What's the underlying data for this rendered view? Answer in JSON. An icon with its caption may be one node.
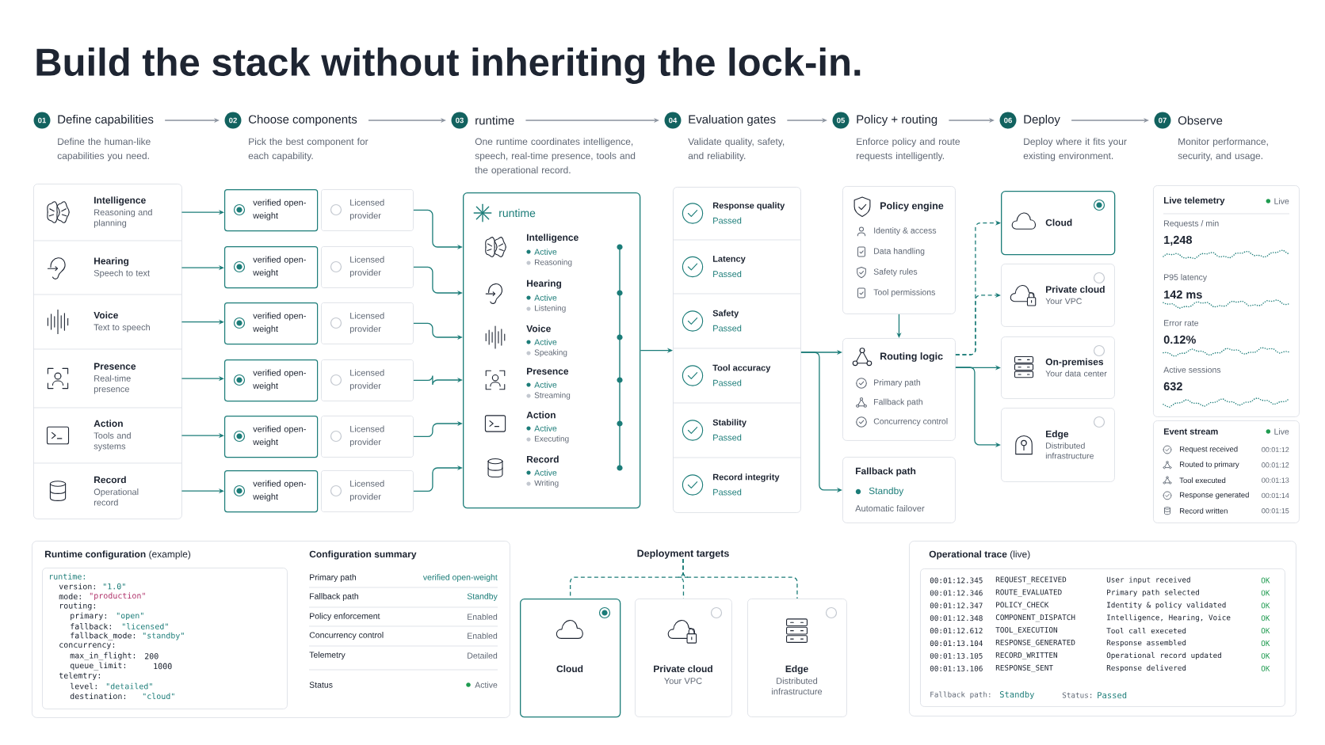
{
  "diagram": {
    "title": "Build the stack without inheriting the lock-in.",
    "nodes": [
      {
        "text": [
          "01",
          "Define capabilities",
          "Define the human-like capabilities you need."
        ]
      },
      {
        "text": [
          "02",
          "Choose components",
          "Pick the best component for each capability."
        ]
      },
      {
        "text": [
          "03",
          "runtime",
          "One runtime coordinates intelligence, speech, real-time presence, tools and the operational record."
        ]
      },
      {
        "text": [
          "04",
          "Evaluation gates",
          "Validate quality, safety, and reliability."
        ]
      },
      {
        "text": [
          "05",
          "Policy + routing",
          "Enforce policy and route requests intelligently."
        ]
      },
      {
        "text": [
          "06",
          "Deploy",
          "Deploy where it fits your existing environment."
        ]
      },
      {
        "text": [
          "07",
          "Observe",
          "Monitor performance, security, and usage."
        ]
      },
      {
        "text": [],
        "shape": "box"
      },
      {
        "text": [
          "Intelligence",
          "Reasoning and planning"
        ],
        "in": 7
      },
      {
        "text": [
          "Hearing",
          "Speech to text"
        ],
        "in": 7
      },
      {
        "text": [
          "Voice",
          "Text to speech"
        ],
        "in": 7
      },
      {
        "text": [
          "Presence",
          "Real-time presence"
        ],
        "in": 7
      },
      {
        "text": [
          "Action",
          "Tools and systems"
        ],
        "in": 7
      },
      {
        "text": [
          "Record",
          "Operational record"
        ],
        "in": 7
      },
      {
        "text": [
          "verified open-weight"
        ]
      },
      {
        "text": [
          "Licensed provider"
        ]
      },
      {
        "text": [
          "verified open-weight"
        ]
      },
      {
        "text": [
          "Licensed provider"
        ]
      },
      {
        "text": [
          "verified open-weight"
        ]
      },
      {
        "text": [
          "Licensed provider"
        ]
      },
      {
        "text": [
          "verified open-weight"
        ]
      },
      {
        "text": [
          "Licensed provider"
        ]
      },
      {
        "text": [
          "verified open-weight"
        ]
      },
      {
        "text": [
          "Licensed provider"
        ]
      },
      {
        "text": [
          "verified open-weight"
        ]
      },
      {
        "text": [
          "Licensed provider"
        ]
      },
      {
        "text": [
          "runtime"
        ]
      },
      {
        "text": [
          "Intelligence",
          "Active",
          "Reasoning"
        ],
        "in": 26
      },
      {
        "text": [
          "Hearing",
          "Active",
          "Listening"
        ],
        "in": 26
      },
      {
        "text": [
          "Voice",
          "Active",
          "Speaking"
        ],
        "in": 26
      },
      {
        "text": [
          "Presence",
          "Active",
          "Streaming"
        ],
        "in": 26
      },
      {
        "text": [
          "Action",
          "Active",
          "Executing"
        ],
        "in": 26
      },
      {
        "text": [
          "Record",
          "Active",
          "Writing"
        ],
        "in": 26
      },
      {
        "text": [],
        "shape": "box"
      },
      {
        "text": [
          "Response quality",
          "Passed"
        ],
        "in": 33
      },
      {
        "text": [
          "Latency",
          "Passed"
        ],
        "in": 33
      },
      {
        "text": [
          "Safety",
          "Passed"
        ],
        "in": 33
      },
      {
        "text": [
          "Tool accuracy",
          "Passed"
        ],
        "in": 33
      },
      {
        "text": [
          "Stability",
          "Passed"
        ],
        "in": 33
      },
      {
        "text": [
          "Record integrity",
          "Passed"
        ],
        "in": 33
      },
      {
        "text": [
          "Policy engine",
          "Identity & access",
          "Data handling",
          "Safety rules",
          "Tool permissions"
        ]
      },
      {
        "text": [
          "Routing logic",
          "Primary path",
          "Fallback path",
          "Concurrency control"
        ]
      },
      {
        "text": [
          "Fallback path",
          "Standby",
          "Automatic failover"
        ]
      },
      {
        "text": [
          "Cloud"
        ]
      },
      {
        "text": [
          "Private cloud",
          "Your VPC"
        ]
      },
      {
        "text": [
          "On-premises",
          "Your data center"
        ]
      },
      {
        "text": [
          "Edge",
          "Distributed infrastructure"
        ]
      },
      {
        "text": [
          "Live telemetry",
          "Live",
          "Requests / min",
          "1,248",
          "P95 latency",
          "142 ms",
          "Error rate",
          "0.12%",
          "Active sessions",
          "632"
        ]
      },
      {
        "text": [
          "Event stream",
          "Live",
          "Request received",
          "00:01:12",
          "Routed to primary",
          "00:01:12",
          "Tool executed",
          "00:01:13",
          "Response generated",
          "00:01:14",
          "Record written",
          "00:01:15"
        ]
      },
      {
        "text": [
          "**Runtime configuration** (example)",
          "Configuration summary",
          "Primary path",
          "verified open-weight",
          "Fallback path",
          "Standby",
          "Policy enforcement",
          "Enabled",
          "Concurrency control",
          "Enabled",
          "Telemetry",
          "Detailed",
          "Status",
          "Active"
        ]
      },
      {
        "text": [
          "runtime:",
          "version:",
          "\"1.0\"",
          "mode:",
          "\"production\"",
          "routing:",
          "primary:",
          "\"open\"",
          "fallback:",
          "\"licensed\"",
          "fallback_mode:",
          "\"standby\"",
          "concurrency:",
          "max_in_flight:",
          "200",
          "queue_limit:",
          "1000",
          "telemtry:",
          "level:",
          "\"detailed\"",
          "destination:",
          "\"cloud\""
        ],
        "in": 49
      },
      {
        "text": [
          "Deployment targets"
        ]
      },
      {
        "text": [
          "Cloud"
        ]
      },
      {
        "text": [
          "Private cloud",
          "Your VPC"
        ]
      },
      {
        "text": [
          "Edge",
          "Distributed infrastructure"
        ]
      },
      {
        "text": [
          "**Operational trace** (live)"
        ]
      },
      {
        "text": [
          "00:01:12.345",
          "REQUEST_RECEIVED",
          "User input received",
          "OK",
          "00:01:12.346",
          "ROUTE_EVALUATED",
          "Primary path selected",
          "OK",
          "00:01:12.347",
          "POLICY_CHECK",
          "Identity & policy validated",
          "OK",
          "00:01:12.348",
          "COMPONENT_DISPATCH",
          "Intelligence, Hearing, Voice",
          "OK",
          "00:01:12.612",
          "TOOL_EXECUTION",
          "Tool call execeted",
          "OK",
          "00:01:13.104",
          "RESPONSE_GENERATED",
          "Response assembled",
          "OK",
          "00:01:13.105",
          "RECORD_WRITTEN",
          "Operational record updated",
          "OK",
          "00:01:13.106",
          "RESPONSE_SENT",
          "Response delivered",
          "OK",
          "Fallback path:",
          "Standby",
          "Status:",
          "Passed"
        ],
        "in": 55
      }
    ],
    "edges": [
      {
        "from": 0,
        "to": 1,
        "arrow": "to",
        "color": "#8a929e"
      },
      {
        "from": 1,
        "to": 2,
        "arrow": "to",
        "color": "#8a929e"
      },
      {
        "from": 2,
        "to": 3,
        "arrow": "to",
        "color": "#8a929e"
      },
      {
        "from": 3,
        "to": 4,
        "arrow": "to",
        "color": "#8a929e"
      },
      {
        "from": 4,
        "to": 5,
        "arrow": "to",
        "color": "#8a929e"
      },
      {
        "from": 5,
        "to": 6,
        "arrow": "to",
        "color": "#8a929e"
      },
      {
        "from": 8,
        "to": 14,
        "arrow": "to"
      },
      {
        "from": 9,
        "to": 16,
        "arrow": "to"
      },
      {
        "from": 10,
        "to": 18,
        "arrow": "to"
      },
      {
        "from": 11,
        "to": 20,
        "arrow": "to"
      },
      {
        "from": 12,
        "to": 22,
        "arrow": "to"
      },
      {
        "from": 13,
        "to": 24,
        "arrow": "to"
      },
      {
        "from": 15,
        "to": 26,
        "arrow": "to"
      },
      {
        "from": 17,
        "to": 26,
        "arrow": "to"
      },
      {
        "from": 19,
        "to": 26,
        "arrow": "to"
      },
      {
        "from": 21,
        "to": 26,
        "arrow": "to"
      },
      {
        "from": 23,
        "to": 26,
        "arrow": "to"
      },
      {
        "from": 25,
        "to": 26,
        "arrow": "to"
      },
      {
        "from": 26,
        "to": 33,
        "arrow": "to"
      },
      {
        "from": 33,
        "to": 41,
        "arrow": "to"
      },
      {
        "from": 33,
        "to": 42,
        "arrow": "to"
      },
      {
        "from": 40,
        "to": 41,
        "arrow": "to"
      },
      {
        "from": 41,
        "to": 43,
        "arrow": "to",
        "style": "dashed"
      },
      {
        "from": 41,
        "to": 44,
        "arrow": "to",
        "style": "dashed"
      },
      {
        "from": 41,
        "to": 45,
        "arrow": "to"
      },
      {
        "from": 41,
        "to": 46,
        "arrow": "to"
      },
      {
        "from": 51,
        "to": 52,
        "arrow": "none",
        "style": "dashed"
      },
      {
        "from": 51,
        "to": 53,
        "arrow": "none",
        "style": "dashed"
      },
      {
        "from": 51,
        "to": 54,
        "arrow": "none",
        "style": "dashed"
      }
    ]
  }
}
